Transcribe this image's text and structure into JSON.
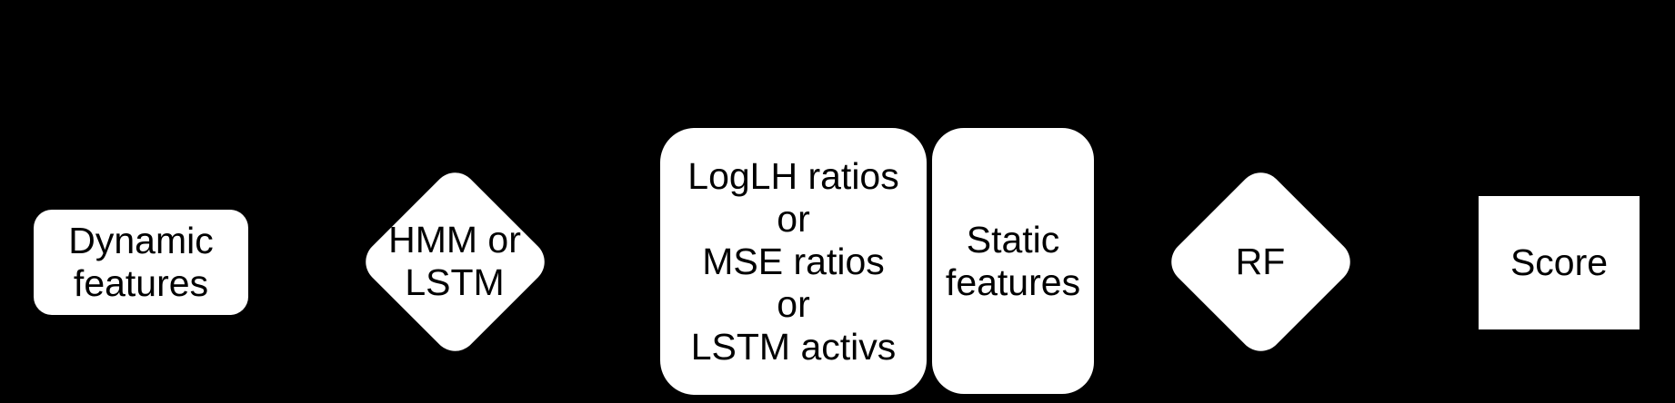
{
  "figure": {
    "background_color": "#000000",
    "node_fill_color": "#ffffff",
    "text_color": "#000000"
  },
  "nodes": {
    "dynamic_features": {
      "shape": "rounded-rectangle",
      "lines": [
        "Dynamic",
        "features"
      ]
    },
    "hmm_lstm": {
      "shape": "diamond",
      "lines": [
        "HMM or",
        "LSTM"
      ]
    },
    "ratios": {
      "shape": "rounded-rectangle",
      "lines": [
        "LogLH ratios",
        "or",
        "MSE ratios",
        "or",
        "LSTM activs"
      ]
    },
    "static_features": {
      "shape": "rounded-rectangle",
      "lines": [
        "Static",
        "features"
      ]
    },
    "rf": {
      "shape": "diamond",
      "lines": [
        "RF"
      ]
    },
    "score": {
      "shape": "rectangle",
      "lines": [
        "Score"
      ]
    }
  }
}
